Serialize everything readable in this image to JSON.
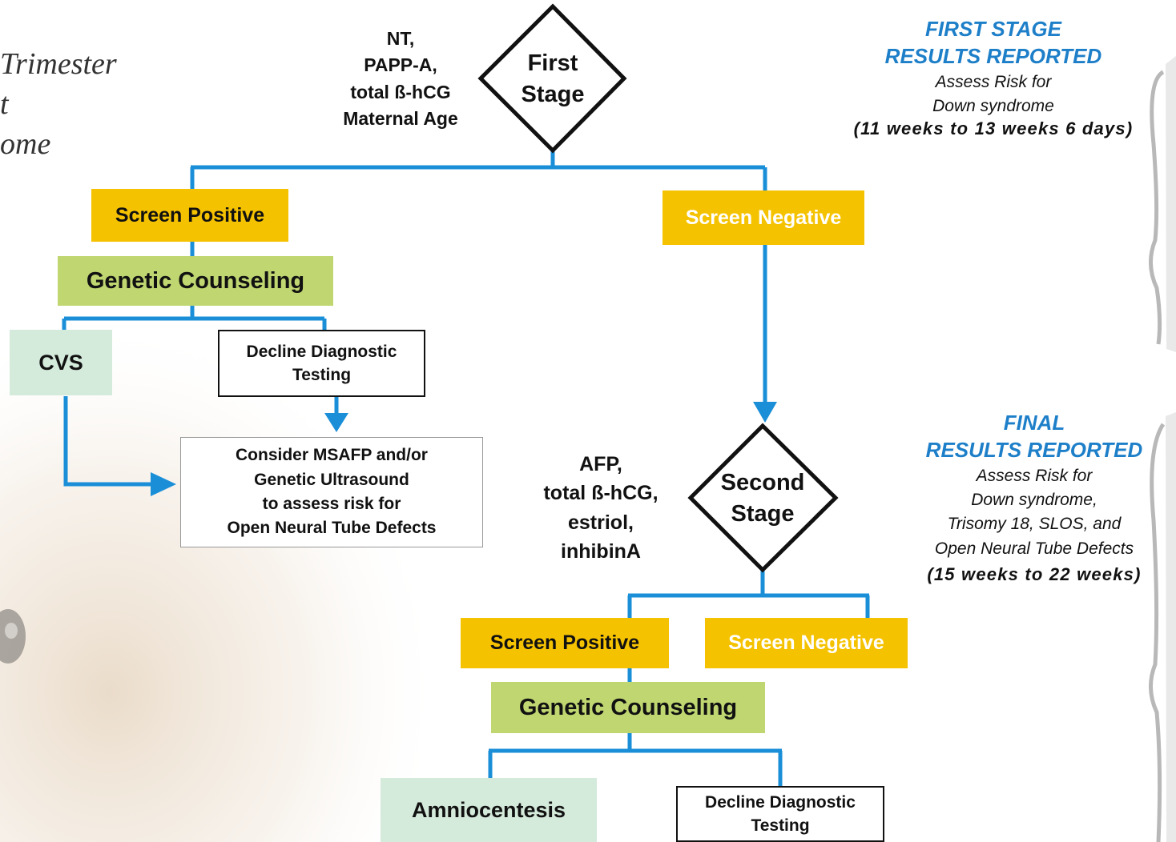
{
  "title_fragments": [
    "Trimester",
    "t",
    "ome"
  ],
  "first_stage": {
    "inputs": [
      "NT,",
      "PAPP-A,",
      "total ß-hCG",
      "Maternal Age"
    ],
    "label_line1": "First",
    "label_line2": "Stage",
    "screen_positive": "Screen Positive",
    "screen_negative": "Screen Negative",
    "genetic_counseling": "Genetic Counseling",
    "cvs": "CVS",
    "decline_line1": "Decline Diagnostic",
    "decline_line2": "Testing",
    "consider_lines": [
      "Consider MSAFP and/or",
      "Genetic Ultrasound",
      "to assess risk for",
      "Open Neural Tube Defects"
    ]
  },
  "second_stage": {
    "inputs": [
      "AFP,",
      "total ß-hCG,",
      "estriol,",
      "inhibinA"
    ],
    "label_line1": "Second",
    "label_line2": "Stage",
    "screen_positive": "Screen Positive",
    "screen_negative": "Screen Negative",
    "genetic_counseling": "Genetic Counseling",
    "amniocentesis": "Amniocentesis",
    "decline_line1": "Decline Diagnostic",
    "decline_line2": "Testing"
  },
  "sidebar": {
    "first": {
      "heading_line1": "FIRST STAGE",
      "heading_line2": "RESULTS REPORTED",
      "body_line1": "Assess Risk for",
      "body_line2": "Down syndrome",
      "range": "(11 weeks to 13 weeks 6 days)"
    },
    "final": {
      "heading_line1": "FINAL",
      "heading_line2": "RESULTS REPORTED",
      "body_lines": [
        "Assess Risk for",
        "Down syndrome,",
        "Trisomy 18, SLOS, and",
        "Open Neural Tube Defects"
      ],
      "range": "(15 weeks to 22 weeks)"
    }
  },
  "colors": {
    "line": "#1a8fd8",
    "accent_text": "#1e7fc9",
    "yellow": "#f5c200",
    "green": "#bfd671",
    "mint": "#d4eadb"
  }
}
